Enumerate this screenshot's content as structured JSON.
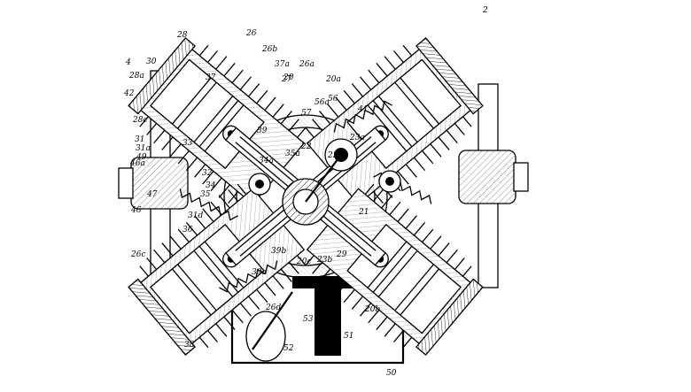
{
  "figure": {
    "labels": [
      "2",
      "4",
      "20",
      "20a",
      "20b",
      "20c",
      "21",
      "22",
      "23",
      "23a",
      "23b",
      "26",
      "26a",
      "26b",
      "26c",
      "26d",
      "27",
      "28",
      "28a",
      "28c",
      "29",
      "30",
      "31",
      "31a",
      "31d",
      "32",
      "33",
      "34",
      "34a",
      "35",
      "35a",
      "36",
      "37",
      "37a",
      "38",
      "39",
      "39a",
      "39b",
      "41",
      "42",
      "46",
      "46a",
      "47",
      "49",
      "50",
      "51",
      "52",
      "53",
      "56",
      "56a",
      "57"
    ]
  },
  "colors": {
    "ink": "#000000",
    "paper": "#ffffff"
  }
}
